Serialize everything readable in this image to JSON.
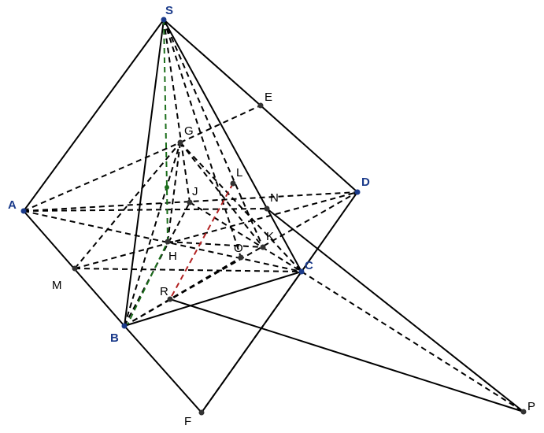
{
  "diagram": {
    "points": {
      "S": {
        "label": "S",
        "color": "#1a3a8a"
      },
      "A": {
        "label": "A",
        "color": "#1a3a8a"
      },
      "B": {
        "label": "B",
        "color": "#1a3a8a"
      },
      "C": {
        "label": "C",
        "color": "#1a3a8a"
      },
      "D": {
        "label": "D",
        "color": "#1a3a8a"
      },
      "E": {
        "label": "E",
        "color": "#333333"
      },
      "F": {
        "label": "F",
        "color": "#333333"
      },
      "G": {
        "label": "G",
        "color": "#333333"
      },
      "H": {
        "label": "H",
        "color": "#333333"
      },
      "J": {
        "label": "J",
        "color": "#333333"
      },
      "K": {
        "label": "K",
        "color": "#333333"
      },
      "L": {
        "label": "L",
        "color": "#333333"
      },
      "M": {
        "label": "M",
        "color": "#333333"
      },
      "N": {
        "label": "N",
        "color": "#333333"
      },
      "O": {
        "label": "O",
        "color": "#333333"
      },
      "P": {
        "label": "P",
        "color": "#333333"
      },
      "R": {
        "label": "R",
        "color": "#333333"
      }
    },
    "colors": {
      "line": "#000000",
      "highlight_green": "#1b6e1b",
      "highlight_red": "#b22222"
    }
  }
}
